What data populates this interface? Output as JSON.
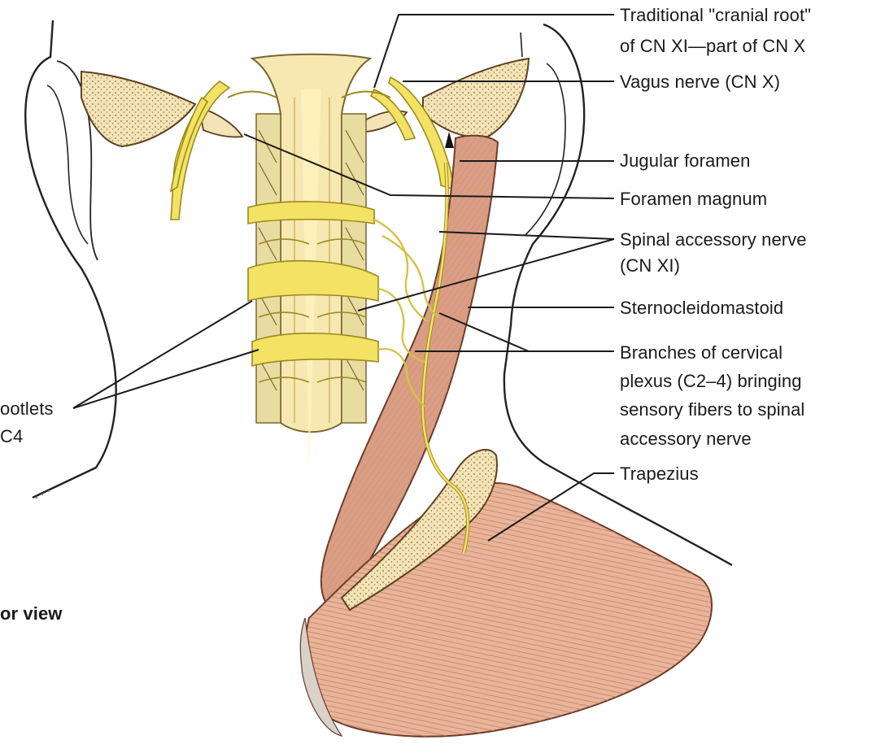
{
  "labels": {
    "cranial_root_line1": "Traditional \"cranial root\"",
    "cranial_root_line2": "of CN XI—part of CN X",
    "vagus": "Vagus nerve (CN X)",
    "jugular_foramen": "Jugular foramen",
    "foramen_magnum": "Foramen magnum",
    "spinal_accessory_line1": "Spinal accessory nerve",
    "spinal_accessory_line2": "(CN XI)",
    "sternocleidomastoid": "Sternocleidomastoid",
    "cervical_line1": "Branches of cervical",
    "cervical_line2": "plexus (C2–4) bringing",
    "cervical_line3": "sensory fibers to spinal",
    "cervical_line4": "accessory nerve",
    "trapezius": "Trapezius",
    "rootlets_line1": "ootlets",
    "rootlets_line2": "C4",
    "view_caption": "or view"
  },
  "colors": {
    "nerve": "#f4e264",
    "nerve_outline": "#9a8a1e",
    "muscle": "#d99e84",
    "muscle_dark": "#b97860",
    "bone": "#f3e3b6",
    "spinal_cord": "#f7e7b0",
    "leader_line": "#1a1a1a"
  }
}
